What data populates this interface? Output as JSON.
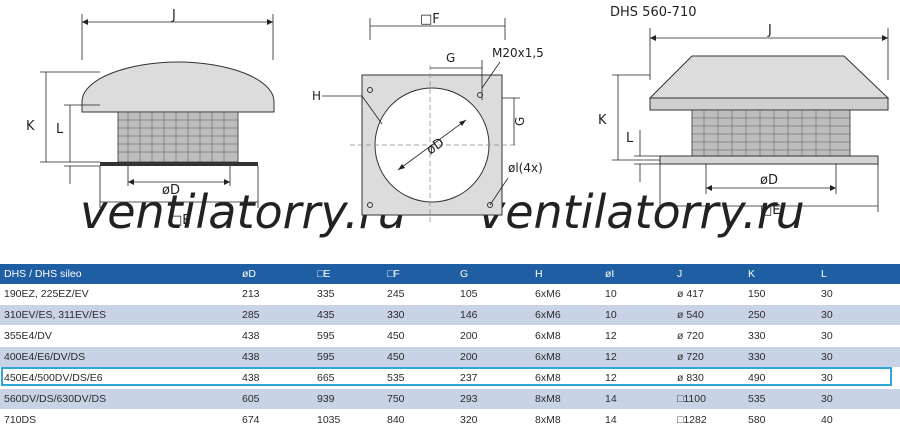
{
  "drawings": {
    "model_title": "DHS 560-710",
    "left": {
      "J": "J",
      "K": "K",
      "L": "L",
      "D": "øD",
      "E": "□E"
    },
    "middle": {
      "F": "□F",
      "G_top": "G",
      "G_side": "G",
      "M": "M20x1,5",
      "H": "H",
      "D": "øD",
      "I": "øl(4x)"
    },
    "right": {
      "J": "J",
      "K": "K",
      "L": "L",
      "D": "øD",
      "E": "□E"
    }
  },
  "watermark": [
    "ventilatorry.ru",
    "ventilatorry.ru"
  ],
  "table": {
    "headers": [
      "DHS / DHS sileo",
      "øD",
      "□E",
      "□F",
      "G",
      "H",
      "øI",
      "J",
      "K",
      "L"
    ],
    "rows": [
      [
        "190EZ, 225EZ/EV",
        "213",
        "335",
        "245",
        "105",
        "6xM6",
        "10",
        "ø 417",
        "150",
        "30"
      ],
      [
        "310EV/ES, 311EV/ES",
        "285",
        "435",
        "330",
        "146",
        "6xM6",
        "10",
        "ø 540",
        "250",
        "30"
      ],
      [
        "355E4/DV",
        "438",
        "595",
        "450",
        "200",
        "6xM8",
        "12",
        "ø 720",
        "330",
        "30"
      ],
      [
        "400E4/E6/DV/DS",
        "438",
        "595",
        "450",
        "200",
        "6xM8",
        "12",
        "ø 720",
        "330",
        "30"
      ],
      [
        "450E4/500DV/DS/E6",
        "438",
        "665",
        "535",
        "237",
        "6xM8",
        "12",
        "ø 830",
        "490",
        "30"
      ],
      [
        "560DV/DS/630DV/DS",
        "605",
        "939",
        "750",
        "293",
        "8xM8",
        "14",
        "□1100",
        "535",
        "30"
      ],
      [
        "710DS",
        "674",
        "1035",
        "840",
        "320",
        "8xM8",
        "14",
        "□1282",
        "580",
        "40"
      ]
    ],
    "highlighted_row": 4,
    "colors": {
      "header_bg": "#1f5ea2",
      "row_alt": "#c9d3e6",
      "highlight": "#2ea7d8"
    }
  }
}
